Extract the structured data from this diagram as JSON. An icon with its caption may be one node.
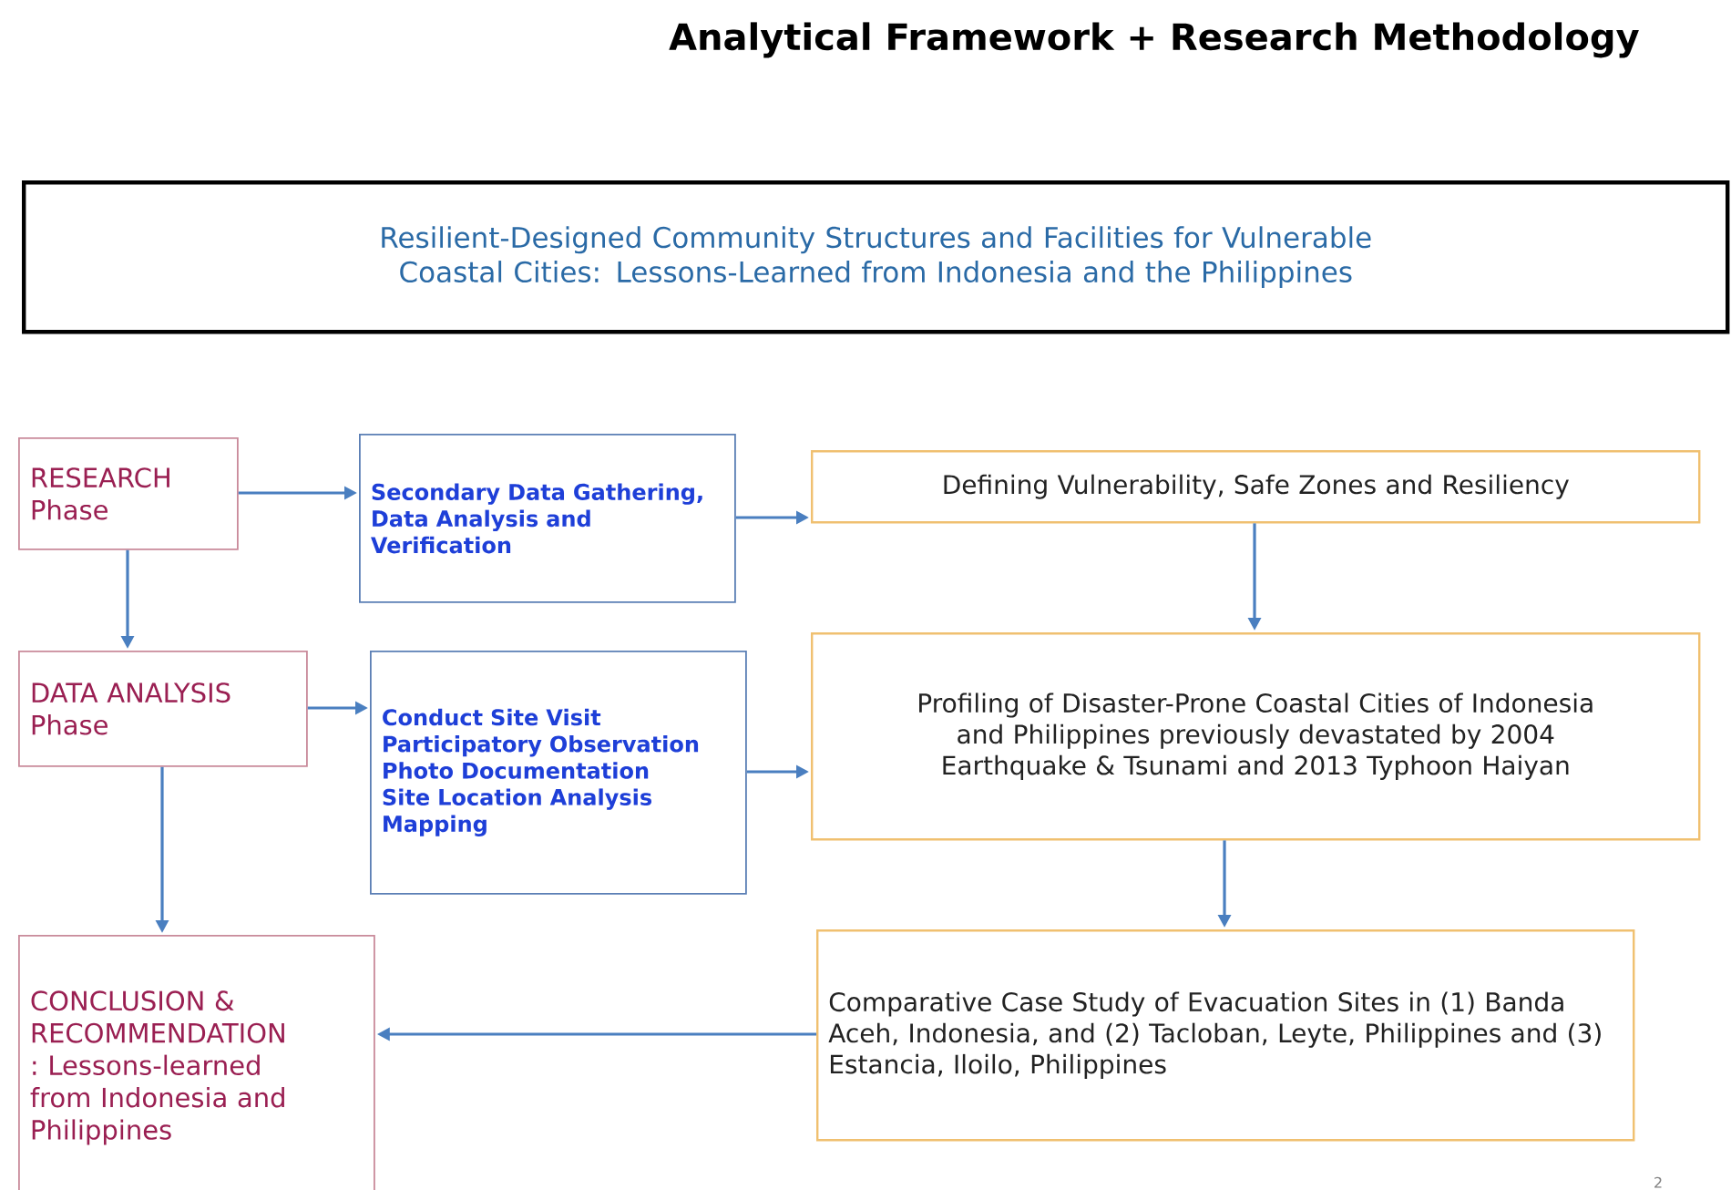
{
  "diagram": {
    "title": "Analytical Framework + Research Methodology",
    "nodes": [
      {
        "text": [
          "Resilient-Designed Community Structures and Facilities for Vulnerable Coastal  Cities: Lessons-Learned from Indonesia and the Philippines"
        ]
      },
      {
        "text": [
          "RESEARCH Phase"
        ]
      },
      {
        "text": [
          "Secondary Data Gathering, Data Analysis and Verification"
        ]
      },
      {
        "text": [
          "Defining Vulnerability, Safe Zones and Resiliency"
        ]
      },
      {
        "text": [
          "DATA ANALYSIS Phase"
        ]
      },
      {
        "text": [
          "Conduct Site Visit",
          "Participatory Observation",
          "Photo Documentation",
          "Site Location Analysis",
          "Mapping"
        ]
      },
      {
        "text": [
          "Profiling of Disaster-Prone Coastal Cities of Indonesia and Philippines previously devastated by 2004 Earthquake & Tsunami and 2013 Typhoon Haiyan"
        ]
      },
      {
        "text": [
          "CONCLUSION & RECOMMENDATION : Lessons-learned from Indonesia and Philippines"
        ]
      },
      {
        "text": [
          "Comparative Case Study of Evacuation Sites in (1) Banda Aceh, Indonesia, and (2) Tacloban, Leyte, Philippines and (3) Estancia, Iloilo, Philippines"
        ]
      }
    ],
    "edges": [
      {
        "from": 1,
        "to": 2,
        "arrow": "to"
      },
      {
        "from": 2,
        "to": 3,
        "arrow": "to"
      },
      {
        "from": 1,
        "to": 4,
        "arrow": "to"
      },
      {
        "from": 4,
        "to": 5,
        "arrow": "to"
      },
      {
        "from": 5,
        "to": 6,
        "arrow": "to"
      },
      {
        "from": 3,
        "to": 6,
        "arrow": "to"
      },
      {
        "from": 4,
        "to": 7,
        "arrow": "to"
      },
      {
        "from": 6,
        "to": 8,
        "arrow": "to"
      },
      {
        "from": 8,
        "to": 7,
        "arrow": "to"
      }
    ],
    "labels": [
      "2"
    ]
  }
}
